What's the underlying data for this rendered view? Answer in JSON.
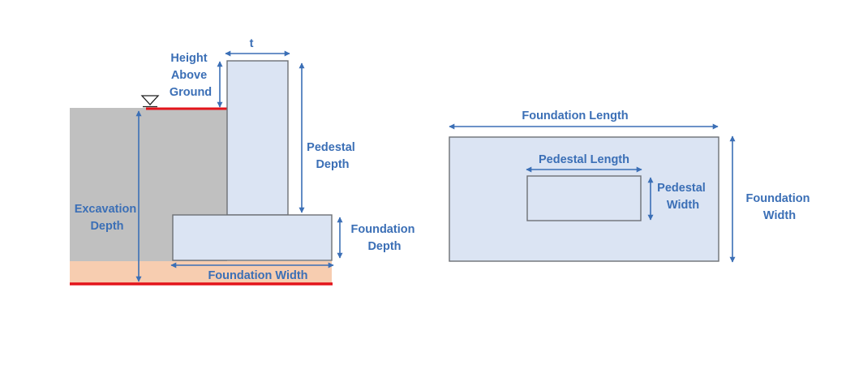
{
  "colors": {
    "label": "#3b6fb6",
    "dimension_line": "#3b6fb6",
    "concrete_fill": "#dbe4f3",
    "concrete_outline": "#6d7075",
    "soil": "#c0c0c0",
    "base_layer": "#f7cdb0",
    "ground_line": "#e3141b"
  },
  "section": {
    "t": "t",
    "height_above_ground": [
      "Height",
      "Above",
      "Ground"
    ],
    "pedestal_depth": [
      "Pedestal",
      "Depth"
    ],
    "excavation_depth": [
      "Excavation",
      "Depth"
    ],
    "foundation_depth": [
      "Foundation",
      "Depth"
    ],
    "foundation_width": "Foundation Width",
    "ground_marker_icon": "water-level-triangle-icon"
  },
  "plan": {
    "foundation_length": "Foundation Length",
    "pedestal_length": "Pedestal Length",
    "pedestal_width": [
      "Pedestal",
      "Width"
    ],
    "foundation_width": [
      "Foundation",
      "Width"
    ]
  }
}
